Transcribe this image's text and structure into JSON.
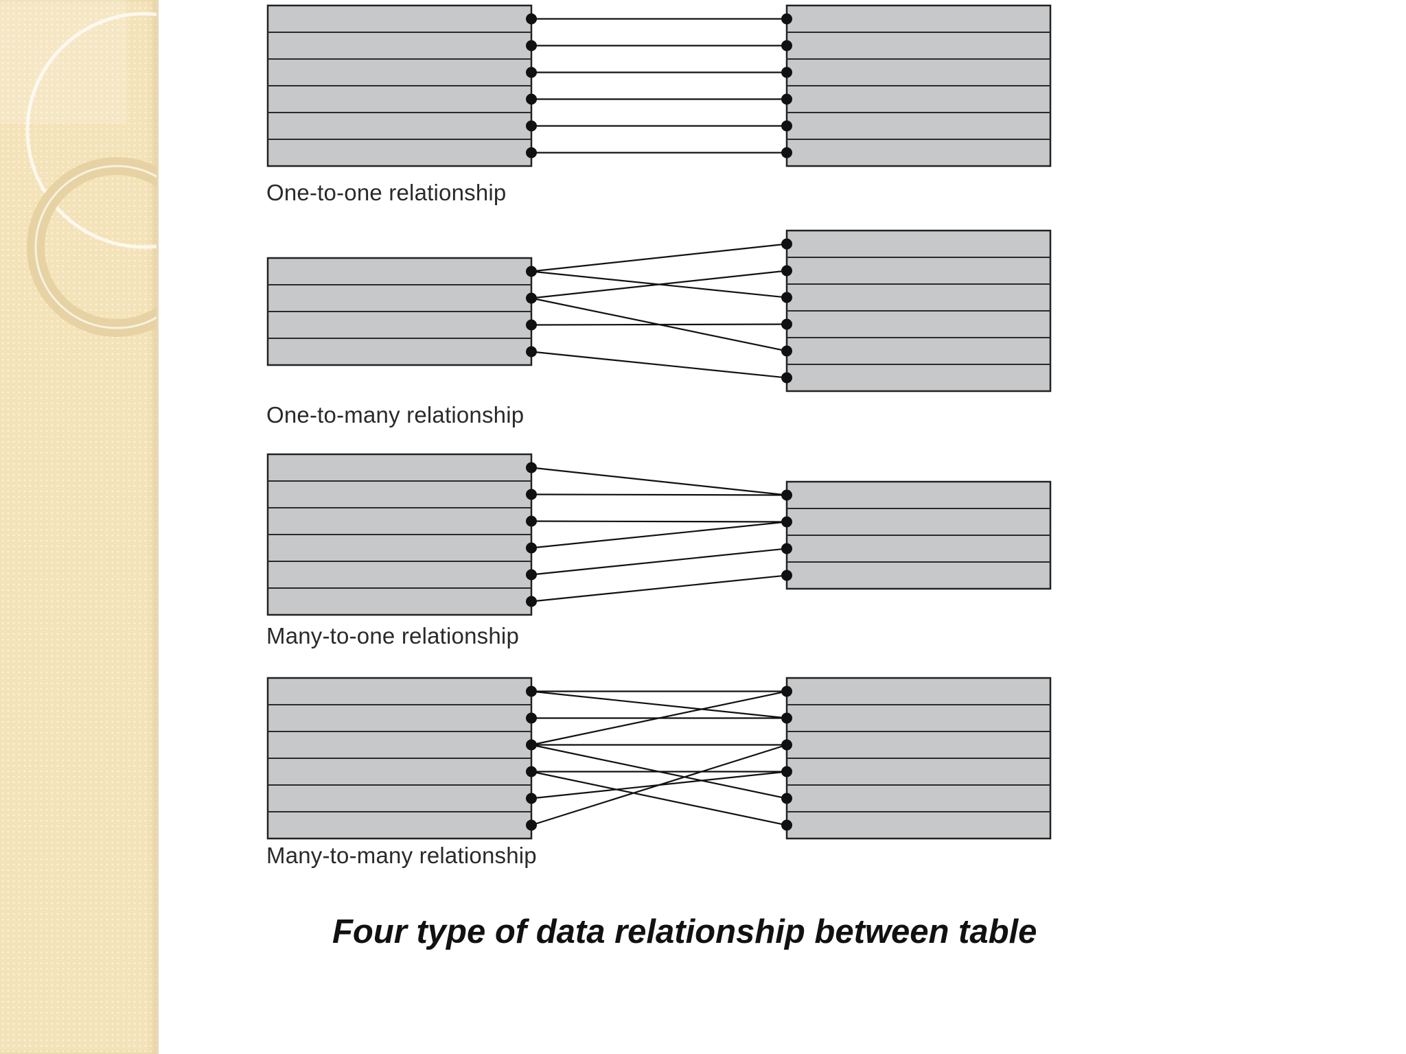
{
  "diagrams": [
    {
      "label": "One-to-one relationship",
      "left_rows": 6,
      "right_rows": 6,
      "links": [
        [
          0,
          0
        ],
        [
          1,
          1
        ],
        [
          2,
          2
        ],
        [
          3,
          3
        ],
        [
          4,
          4
        ],
        [
          5,
          5
        ]
      ]
    },
    {
      "label": "One-to-many relationship",
      "left_rows": 4,
      "right_rows": 6,
      "links": [
        [
          0,
          0
        ],
        [
          0,
          2
        ],
        [
          1,
          1
        ],
        [
          1,
          4
        ],
        [
          2,
          3
        ],
        [
          3,
          5
        ]
      ]
    },
    {
      "label": "Many-to-one relationship",
      "left_rows": 6,
      "right_rows": 4,
      "links": [
        [
          0,
          0
        ],
        [
          1,
          0
        ],
        [
          2,
          1
        ],
        [
          3,
          1
        ],
        [
          4,
          2
        ],
        [
          5,
          3
        ]
      ]
    },
    {
      "label": "Many-to-many relationship",
      "left_rows": 6,
      "right_rows": 6,
      "links": [
        [
          0,
          1
        ],
        [
          1,
          1
        ],
        [
          2,
          0
        ],
        [
          2,
          4
        ],
        [
          3,
          3
        ],
        [
          3,
          5
        ],
        [
          4,
          3
        ],
        [
          5,
          2
        ],
        [
          0,
          0
        ],
        [
          2,
          2
        ]
      ]
    }
  ],
  "caption": "Four type of data relationship between table",
  "colors": {
    "table_fill": "#c6c8ca",
    "line": "#111111",
    "sidebar": "#f4e2b8"
  }
}
